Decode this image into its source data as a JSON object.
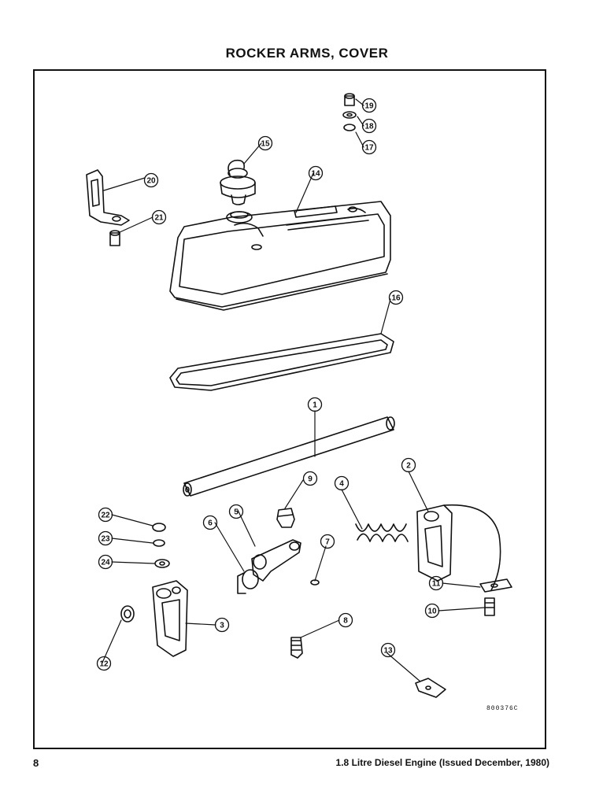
{
  "title": "ROCKER ARMS, COVER",
  "drawing_code": "800376C",
  "footer": {
    "page_number": "8",
    "text": "1.8 Litre Diesel Engine (Issued December, 1980)"
  },
  "callouts": [
    "1",
    "2",
    "3",
    "4",
    "5",
    "6",
    "7",
    "8",
    "9",
    "10",
    "11",
    "12",
    "13",
    "14",
    "15",
    "16",
    "17",
    "18",
    "19",
    "20",
    "21",
    "22",
    "23",
    "24"
  ]
}
